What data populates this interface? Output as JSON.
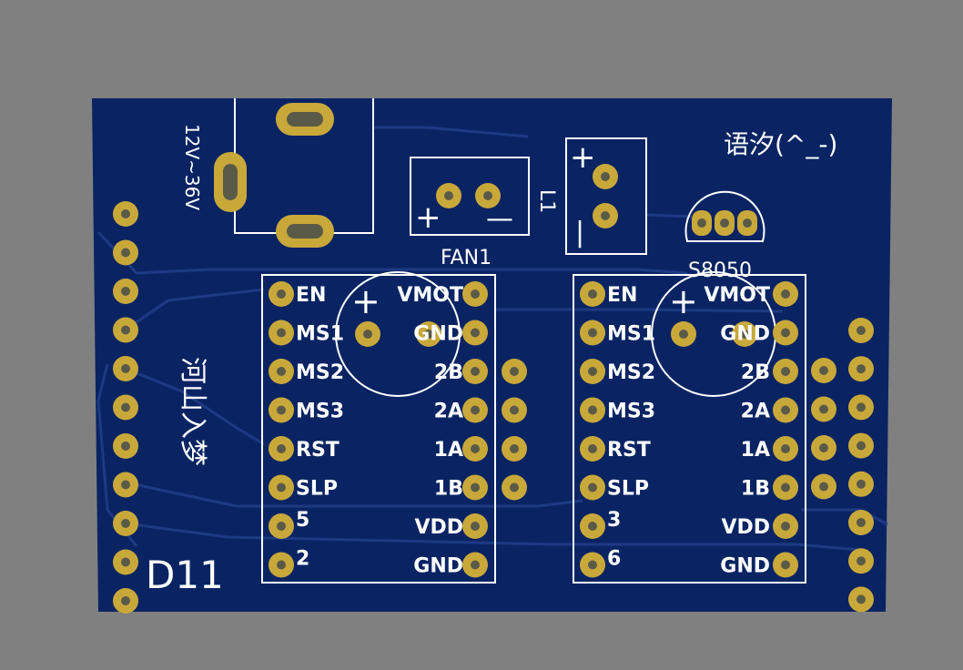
{
  "colors": {
    "background": "#808080",
    "board": "#0a2463",
    "trace": "#1e3a82",
    "silkscreen": "#ffffff",
    "pad_copper": "#c9a83a",
    "pad_hole": "#5a5a48"
  },
  "power_label": "12V~36V",
  "fan_label": "FAN1",
  "fan_plus": "+",
  "fan_minus": "—",
  "l1_label": "L1",
  "l1_plus": "+",
  "l1_minus": "|",
  "author_label": "语汐(^_-)",
  "transistor_label": "S8050",
  "side_label": "河山入梦",
  "board_label": "D11",
  "cap_plus": "+",
  "drivers": [
    {
      "left_labels": [
        "EN",
        "MS1",
        "MS2",
        "MS3",
        "RST",
        "SLP",
        "5",
        "2"
      ],
      "right_labels": [
        "VMOT",
        "GND",
        "2B",
        "2A",
        "1A",
        "1B",
        "VDD",
        "GND"
      ]
    },
    {
      "left_labels": [
        "EN",
        "MS1",
        "MS2",
        "MS3",
        "RST",
        "SLP",
        "3",
        "6"
      ],
      "right_labels": [
        "VMOT",
        "GND",
        "2B",
        "2A",
        "1A",
        "1B",
        "VDD",
        "GND"
      ]
    }
  ]
}
